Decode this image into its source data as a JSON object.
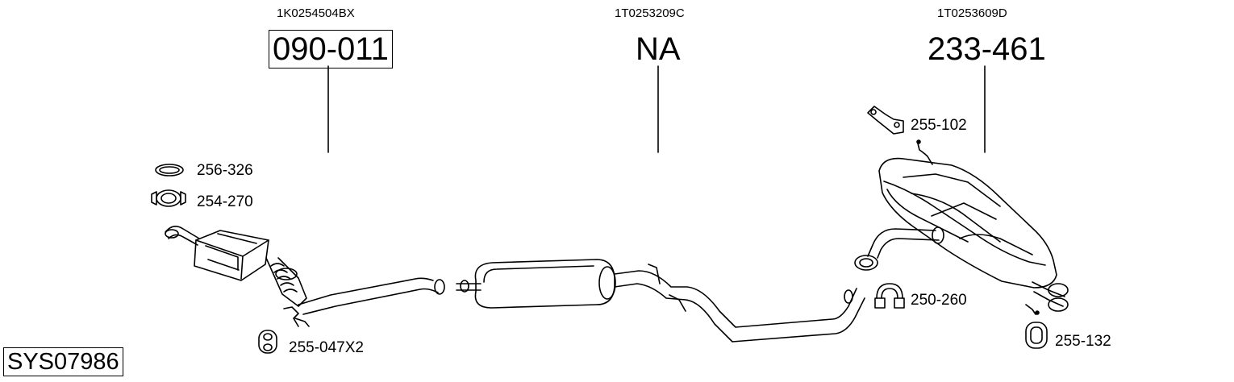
{
  "system": {
    "code": "SYS07986"
  },
  "assemblies": [
    {
      "oe_number": "1K0254504BX",
      "part_number": "090-011",
      "boxed": true
    },
    {
      "oe_number": "1T0253209C",
      "part_number": "NA",
      "boxed": false
    },
    {
      "oe_number": "1T0253609D",
      "part_number": "233-461",
      "boxed": false
    }
  ],
  "accessories": {
    "gasket": "256-326",
    "clamp_front": "254-270",
    "hanger_front": "255-047X2",
    "bracket_rear": "255-102",
    "clamp_rear": "250-260",
    "hanger_rear": "255-132"
  }
}
